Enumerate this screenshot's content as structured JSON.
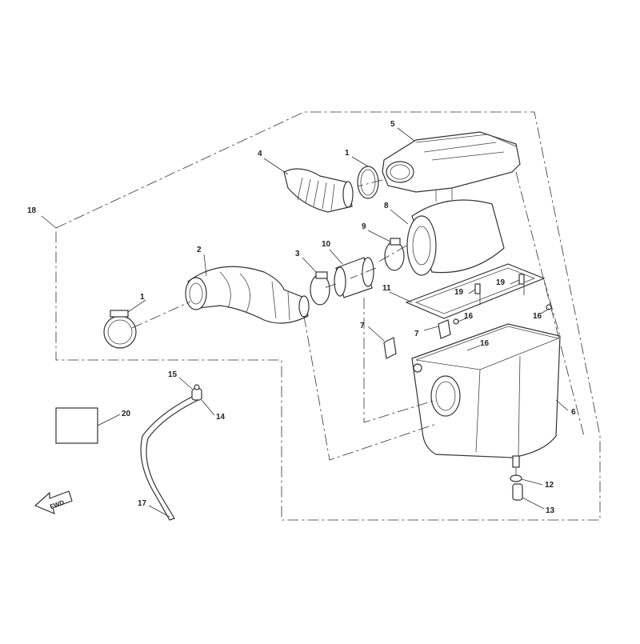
{
  "diagram": {
    "callouts": [
      {
        "id": "c-1a",
        "label": "1"
      },
      {
        "id": "c-1b",
        "label": "1"
      },
      {
        "id": "c-2",
        "label": "2"
      },
      {
        "id": "c-3",
        "label": "3"
      },
      {
        "id": "c-4",
        "label": "4"
      },
      {
        "id": "c-5",
        "label": "5"
      },
      {
        "id": "c-6",
        "label": "6"
      },
      {
        "id": "c-7a",
        "label": "7"
      },
      {
        "id": "c-7b",
        "label": "7"
      },
      {
        "id": "c-8",
        "label": "8"
      },
      {
        "id": "c-9",
        "label": "9"
      },
      {
        "id": "c-10",
        "label": "10"
      },
      {
        "id": "c-11",
        "label": "11"
      },
      {
        "id": "c-12",
        "label": "12"
      },
      {
        "id": "c-13",
        "label": "13"
      },
      {
        "id": "c-14",
        "label": "14"
      },
      {
        "id": "c-15",
        "label": "15"
      },
      {
        "id": "c-16a",
        "label": "16"
      },
      {
        "id": "c-16b",
        "label": "16"
      },
      {
        "id": "c-16c",
        "label": "16"
      },
      {
        "id": "c-17",
        "label": "17"
      },
      {
        "id": "c-18",
        "label": "18"
      },
      {
        "id": "c-19a",
        "label": "19"
      },
      {
        "id": "c-19b",
        "label": "19"
      },
      {
        "id": "c-20",
        "label": "20"
      }
    ],
    "fwd_label": "FWD"
  }
}
